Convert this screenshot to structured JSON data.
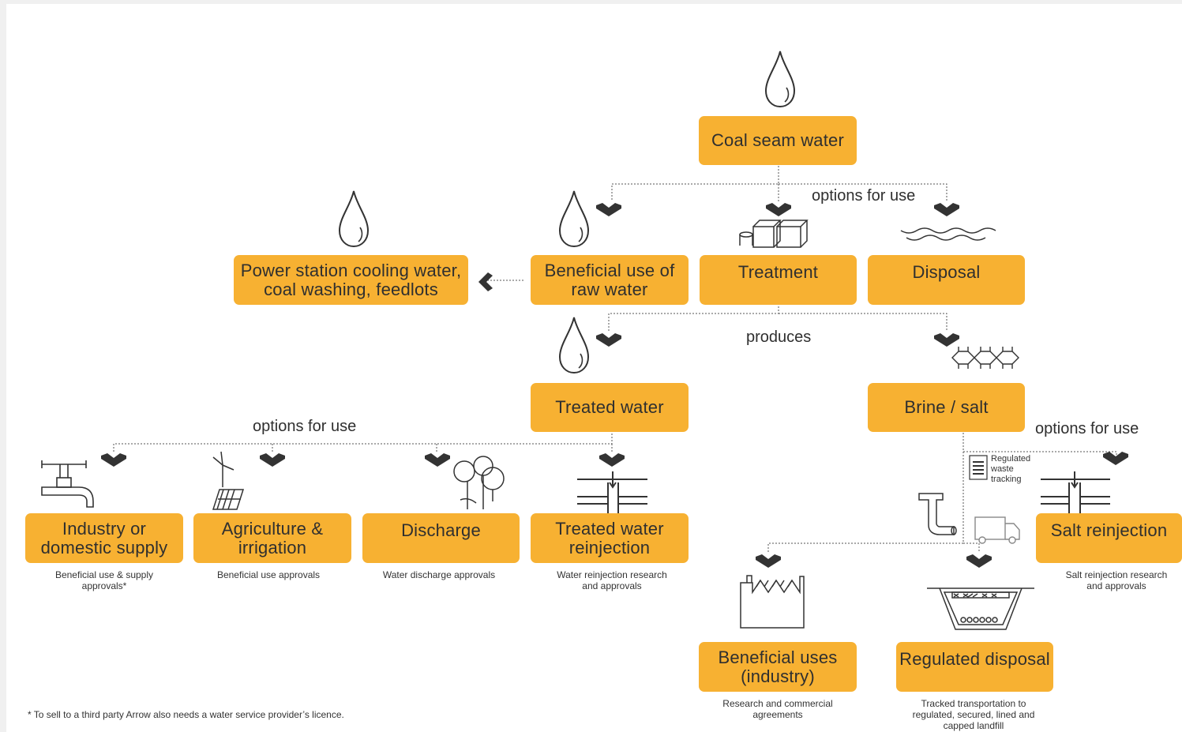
{
  "nodes": {
    "coal_seam_water": "Coal seam water",
    "power_station": [
      "Power station cooling water,",
      "coal washing, feedlots"
    ],
    "beneficial_raw": [
      "Beneficial use of",
      "raw water"
    ],
    "treatment": "Treatment",
    "disposal": "Disposal",
    "treated_water": "Treated water",
    "brine_salt": "Brine / salt",
    "industry_supply": [
      "Industry or",
      "domestic supply"
    ],
    "agriculture": [
      "Agriculture &",
      "irrigation"
    ],
    "discharge": "Discharge",
    "treated_reinjection": [
      "Treated water",
      "reinjection"
    ],
    "salt_reinjection": "Salt reinjection",
    "beneficial_industry": [
      "Beneficial uses",
      "(industry)"
    ],
    "regulated_disposal": "Regulated disposal"
  },
  "labels": {
    "options_for_use_top": "options for use",
    "produces": "produces",
    "options_for_use_left": "options for use",
    "options_for_use_right": "options for use",
    "regulated_waste_tracking": [
      "Regulated",
      "waste",
      "tracking"
    ]
  },
  "captions": {
    "industry_supply": [
      "Beneficial use & supply",
      "approvals*"
    ],
    "agriculture": [
      "Beneficial use approvals"
    ],
    "discharge": [
      "Water discharge approvals"
    ],
    "treated_reinjection": [
      "Water reinjection research",
      "and approvals"
    ],
    "salt_reinjection": [
      "Salt reinjection research",
      "and approvals"
    ],
    "beneficial_industry": [
      "Research and commercial",
      "agreements"
    ],
    "regulated_disposal": [
      "Tracked transportation to",
      "regulated, secured, lined and",
      "capped landfill"
    ]
  },
  "footnote": "* To sell to a third party Arrow also needs a water service provider’s licence.",
  "colors": {
    "box": "#f7b132",
    "text": "#2f2f2f",
    "line": "#555555"
  },
  "icons": [
    "water-drop-icon",
    "chevron-down-icon",
    "chevron-left-icon",
    "tanks-icon",
    "waves-icon",
    "salt-crystal-icon",
    "tap-icon",
    "wind-turbine-icon",
    "trees-icon",
    "reinjection-well-icon",
    "document-icon",
    "pipe-icon",
    "truck-icon",
    "factory-icon",
    "landfill-icon"
  ]
}
